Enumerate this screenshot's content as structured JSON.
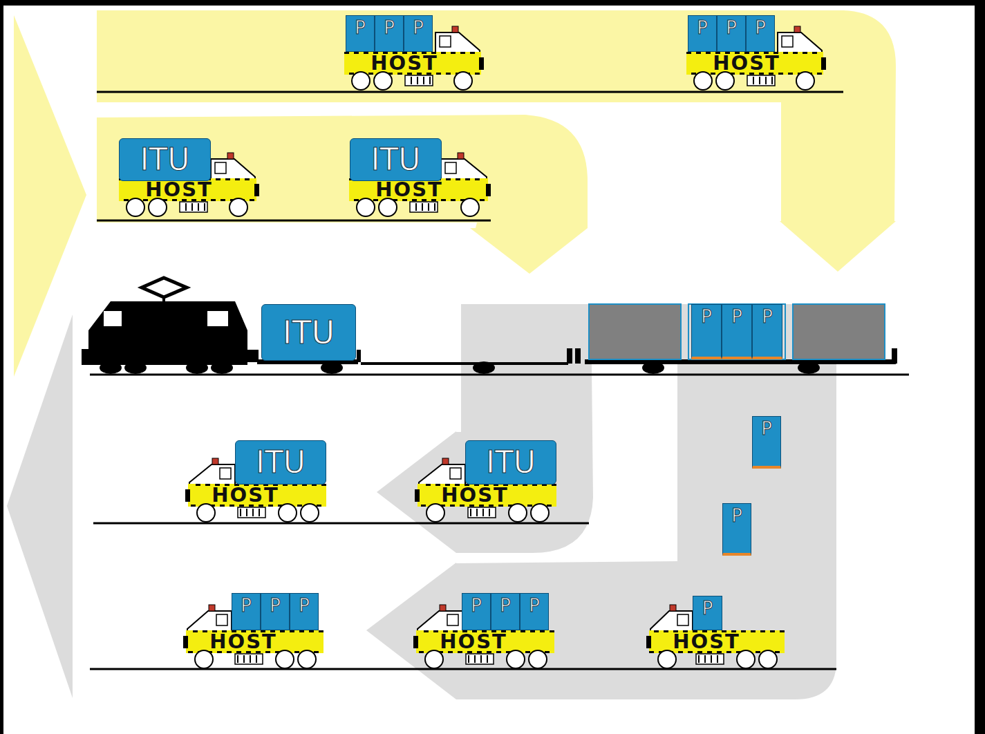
{
  "diagram": {
    "nodes": [
      {
        "text": [
          "HOST"
        ]
      },
      {
        "text": [
          "P"
        ],
        "in": 0
      },
      {
        "text": [
          "P"
        ],
        "in": 0
      },
      {
        "text": [
          "P"
        ],
        "in": 0
      },
      {
        "text": [
          "HOST"
        ]
      },
      {
        "text": [
          "P"
        ],
        "in": 4
      },
      {
        "text": [
          "P"
        ],
        "in": 4
      },
      {
        "text": [
          "P"
        ],
        "in": 4
      },
      {
        "text": [
          "HOST"
        ]
      },
      {
        "text": [
          "ITU"
        ],
        "in": 8
      },
      {
        "text": [
          "HOST"
        ]
      },
      {
        "text": [
          "ITU"
        ],
        "in": 10
      },
      {
        "text": [
          "ITU"
        ]
      },
      {
        "text": [
          "P"
        ]
      },
      {
        "text": [
          "P"
        ]
      },
      {
        "text": [
          "P"
        ]
      },
      {
        "text": [
          "P"
        ]
      },
      {
        "text": [
          "P"
        ]
      },
      {
        "text": [
          "HOST"
        ]
      },
      {
        "text": [
          "ITU"
        ],
        "in": 18
      },
      {
        "text": [
          "HOST"
        ]
      },
      {
        "text": [
          "ITU"
        ],
        "in": 20
      },
      {
        "text": [
          "HOST"
        ]
      },
      {
        "text": [
          "P"
        ],
        "in": 22
      },
      {
        "text": [
          "P"
        ],
        "in": 22
      },
      {
        "text": [
          "P"
        ],
        "in": 22
      },
      {
        "text": [
          "HOST"
        ]
      },
      {
        "text": [
          "P"
        ],
        "in": 26
      },
      {
        "text": [
          "P"
        ],
        "in": 26
      },
      {
        "text": [
          "P"
        ],
        "in": 26
      },
      {
        "text": [
          "HOST"
        ]
      },
      {
        "text": [
          "P"
        ],
        "in": 30
      }
    ]
  }
}
